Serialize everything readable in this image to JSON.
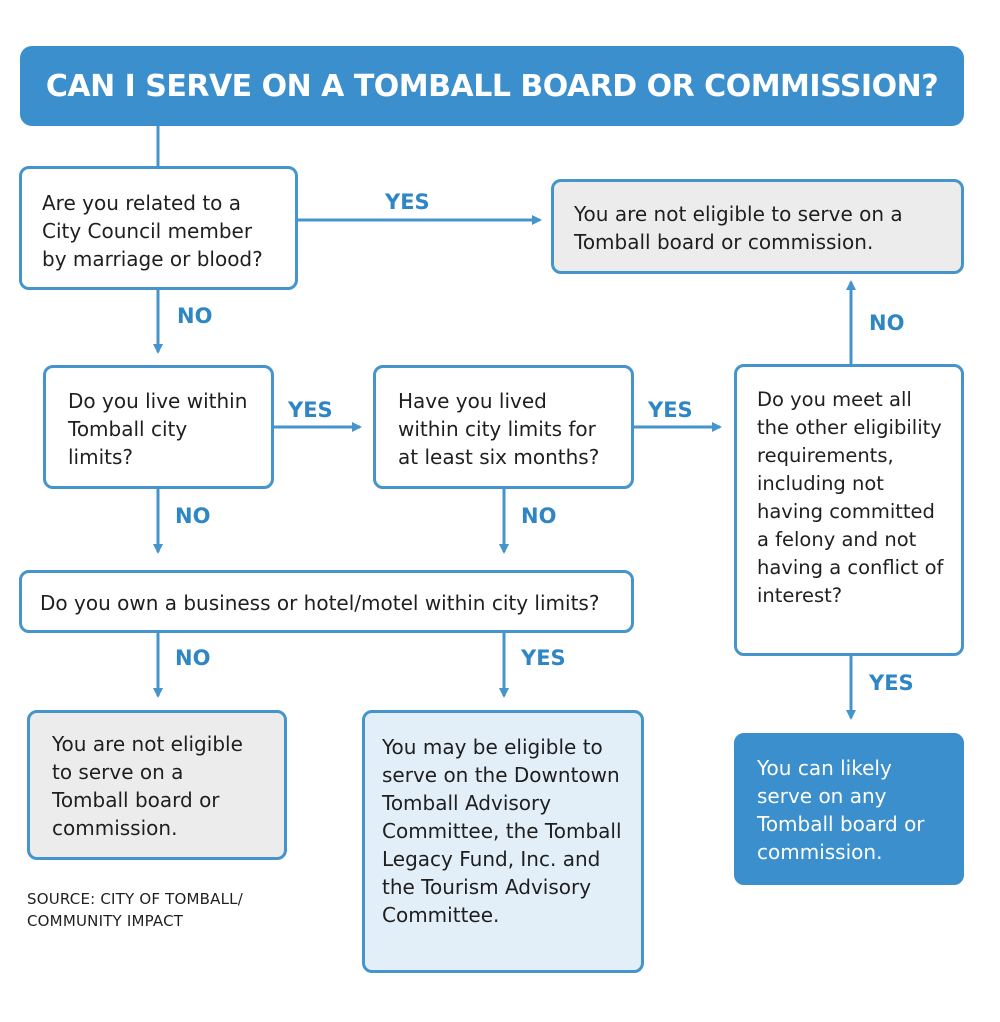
{
  "title": "CAN I SERVE ON A TOMBALL BOARD OR COMMISSION?",
  "colors": {
    "accent": "#3a8fcc",
    "border": "#4594cd",
    "label": "#2f86c4",
    "gray_box": "#ececec",
    "light_box": "#e2eff9"
  },
  "nodes": {
    "q_related": "Are you related to a City Council member by marriage or blood?",
    "not_eligible_top": "You are not eligible to serve on a Tomball board or commission.",
    "q_live_within": "Do you live within Tomball city limits?",
    "q_six_months": "Have you lived within city limits for at least six months?",
    "q_other_requirements": "Do you meet all the other eligibility requirements, including not having committed a felony and not having a conflict of interest?",
    "q_own_business": "Do you own a business or hotel/motel within city limits?",
    "not_eligible_bottom": "You are not eligible to serve on a Tomball board or commission.",
    "may_be_eligible": "You may be eligible to serve on the Downtown Tomball Advisory Committee, the Tomball Legacy Fund, Inc. and the Tourism Advisory Committee.",
    "likely_serve": "You can likely serve on any Tomball board or commission."
  },
  "labels": {
    "yes_related": "YES",
    "no_related": "NO",
    "yes_live": "YES",
    "no_live": "NO",
    "yes_six": "YES",
    "no_six": "NO",
    "no_other": "NO",
    "yes_other": "YES",
    "no_business": "NO",
    "yes_business": "YES"
  },
  "source": "SOURCE: CITY OF TOMBALL/ COMMUNITY IMPACT"
}
